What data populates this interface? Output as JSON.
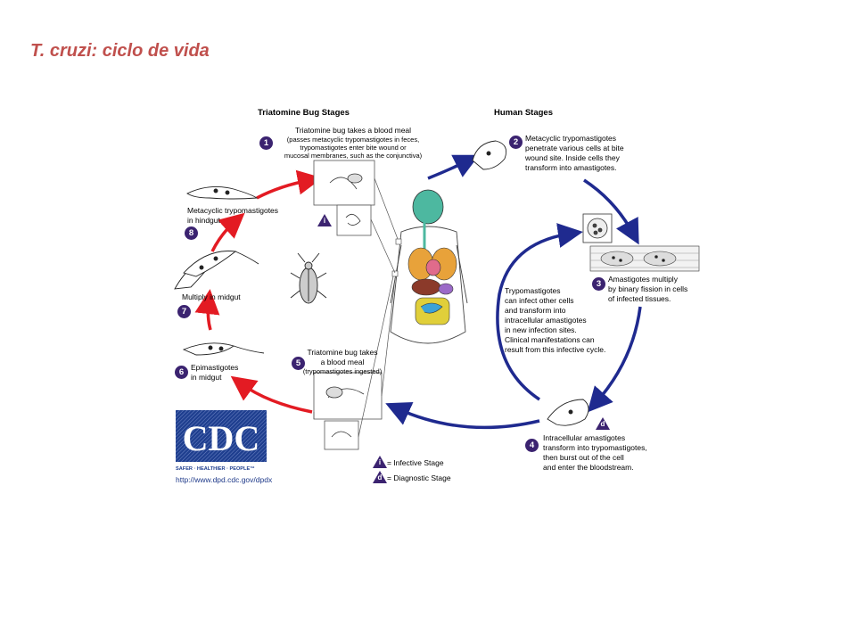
{
  "slide": {
    "title": "T. cruzi: ciclo de vida"
  },
  "headers": {
    "bug": "Triatomine Bug Stages",
    "human": "Human Stages"
  },
  "stages": {
    "s1": {
      "num": "1",
      "title": "Triatomine bug takes a blood meal",
      "detail": [
        "(passes metacyclic trypomastigotes in feces,",
        "trypomastigotes enter bite wound or",
        "mucosal membranes, such as the conjunctiva)"
      ]
    },
    "s2": {
      "num": "2",
      "lines": [
        "Metacyclic trypomastigotes",
        "penetrate various cells at bite",
        "wound site.  Inside cells they",
        "transform into amastigotes."
      ]
    },
    "s3": {
      "num": "3",
      "lines": [
        "Amastigotes multiply",
        "by binary fission in cells",
        "of infected tissues."
      ]
    },
    "s4": {
      "num": "4",
      "lines": [
        "Intracellular amastigotes",
        "transform into trypomastigotes,",
        "then burst out of the cell",
        "and enter the bloodstream."
      ]
    },
    "s5": {
      "num": "5",
      "lines": [
        "Triatomine bug takes",
        "a blood meal"
      ],
      "detail": "(trypomastigotes ingested)"
    },
    "s6": {
      "num": "6",
      "lines": [
        "Epimastigotes",
        "in midgut"
      ]
    },
    "s7": {
      "num": "7",
      "lines": [
        "Multiply in midgut"
      ]
    },
    "s8": {
      "num": "8",
      "lines": [
        "Metacyclic trypomastigotes",
        "in hindgut"
      ]
    }
  },
  "center_note": [
    "Trypomastigotes",
    "can infect other cells",
    "and transform into",
    "intracellular amastigotes",
    "in new infection sites.",
    "Clinical manifestations can",
    "result from this infective cycle."
  ],
  "legend": {
    "infective": {
      "symbol": "i",
      "label": "= Infective Stage"
    },
    "diagnostic": {
      "symbol": "d",
      "label": "= Diagnostic Stage"
    }
  },
  "markers": {
    "infective": "i",
    "diagnostic": "d"
  },
  "cdc": {
    "logo_text": "CDC",
    "tagline": "SAFER · HEALTHIER · PEOPLE™",
    "url": "http://www.dpd.cdc.gov/dpdx"
  },
  "colors": {
    "title": "#c0504d",
    "red_arrow": "#e31b23",
    "blue_arrow": "#1f2a8f",
    "badge": "#3b2370",
    "cdc_blue": "#1f3f8f"
  }
}
